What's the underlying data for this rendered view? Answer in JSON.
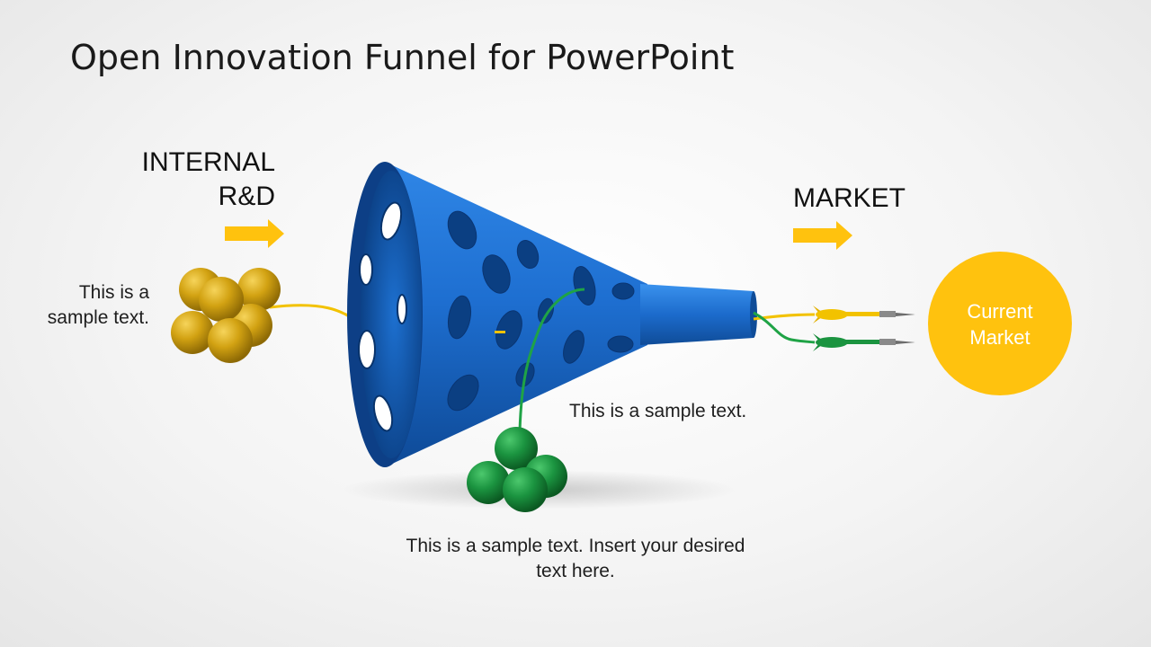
{
  "title": "Open Innovation Funnel for PowerPoint",
  "internal_label": {
    "line1": "INTERNAL",
    "line2": "R&D"
  },
  "market_label": "MARKET",
  "left_text": "This is a sample text.",
  "middle_text": "This is a sample text.",
  "bottom_text": "This is a sample text. Insert your desired text here.",
  "current_market": {
    "line1": "Current",
    "line2": "Market"
  },
  "colors": {
    "funnel_blue": "#1e6fd1",
    "funnel_dark": "#0c4690",
    "gold_balls": "#c99b0c",
    "green_balls": "#1b9440",
    "arrow_yellow": "#ffc20e",
    "market_circle": "#ffc20e"
  }
}
